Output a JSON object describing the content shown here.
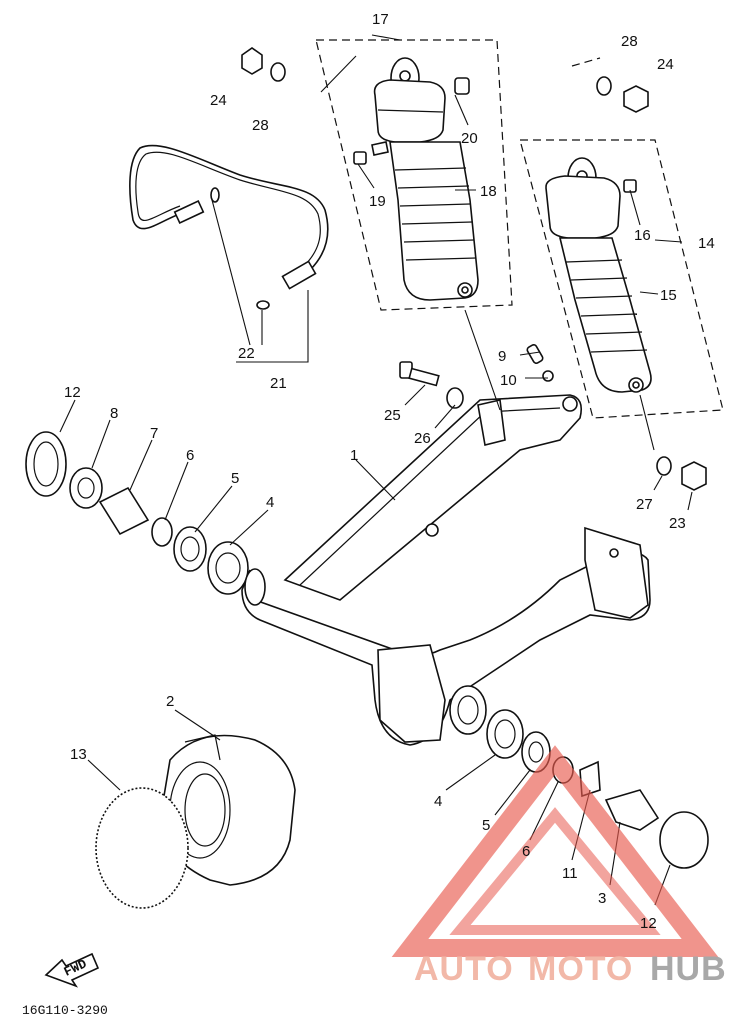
{
  "diagram": {
    "callouts": [
      {
        "id": "c17",
        "text": "17"
      },
      {
        "id": "c28a",
        "text": "28"
      },
      {
        "id": "c24a",
        "text": "24"
      },
      {
        "id": "c28b",
        "text": "28"
      },
      {
        "id": "c24b",
        "text": "24"
      },
      {
        "id": "c20",
        "text": "20"
      },
      {
        "id": "c19",
        "text": "19"
      },
      {
        "id": "c18",
        "text": "18"
      },
      {
        "id": "c16",
        "text": "16"
      },
      {
        "id": "c14",
        "text": "14"
      },
      {
        "id": "c15",
        "text": "15"
      },
      {
        "id": "c22",
        "text": "22"
      },
      {
        "id": "c21",
        "text": "21"
      },
      {
        "id": "c9",
        "text": "9"
      },
      {
        "id": "c10",
        "text": "10"
      },
      {
        "id": "c25",
        "text": "25"
      },
      {
        "id": "c26",
        "text": "26"
      },
      {
        "id": "c12a",
        "text": "12"
      },
      {
        "id": "c8",
        "text": "8"
      },
      {
        "id": "c7",
        "text": "7"
      },
      {
        "id": "c6a",
        "text": "6"
      },
      {
        "id": "c5a",
        "text": "5"
      },
      {
        "id": "c4a",
        "text": "4"
      },
      {
        "id": "c1",
        "text": "1"
      },
      {
        "id": "c27",
        "text": "27"
      },
      {
        "id": "c23",
        "text": "23"
      },
      {
        "id": "c2",
        "text": "2"
      },
      {
        "id": "c13",
        "text": "13"
      },
      {
        "id": "c4b",
        "text": "4"
      },
      {
        "id": "c5b",
        "text": "5"
      },
      {
        "id": "c6b",
        "text": "6"
      },
      {
        "id": "c11",
        "text": "11"
      },
      {
        "id": "c3",
        "text": "3"
      },
      {
        "id": "c12b",
        "text": "12"
      }
    ],
    "fwd_label": "FWD",
    "diagram_code": "16G110-3290"
  },
  "watermark": {
    "auto": "AUTO",
    "moto": "MOTO",
    "hub": "HUB",
    "colors": {
      "auto": "#f2b8a8",
      "moto": "#f2b8a8",
      "hub": "#a8a8a8",
      "triangle": "#e85a4f"
    }
  }
}
